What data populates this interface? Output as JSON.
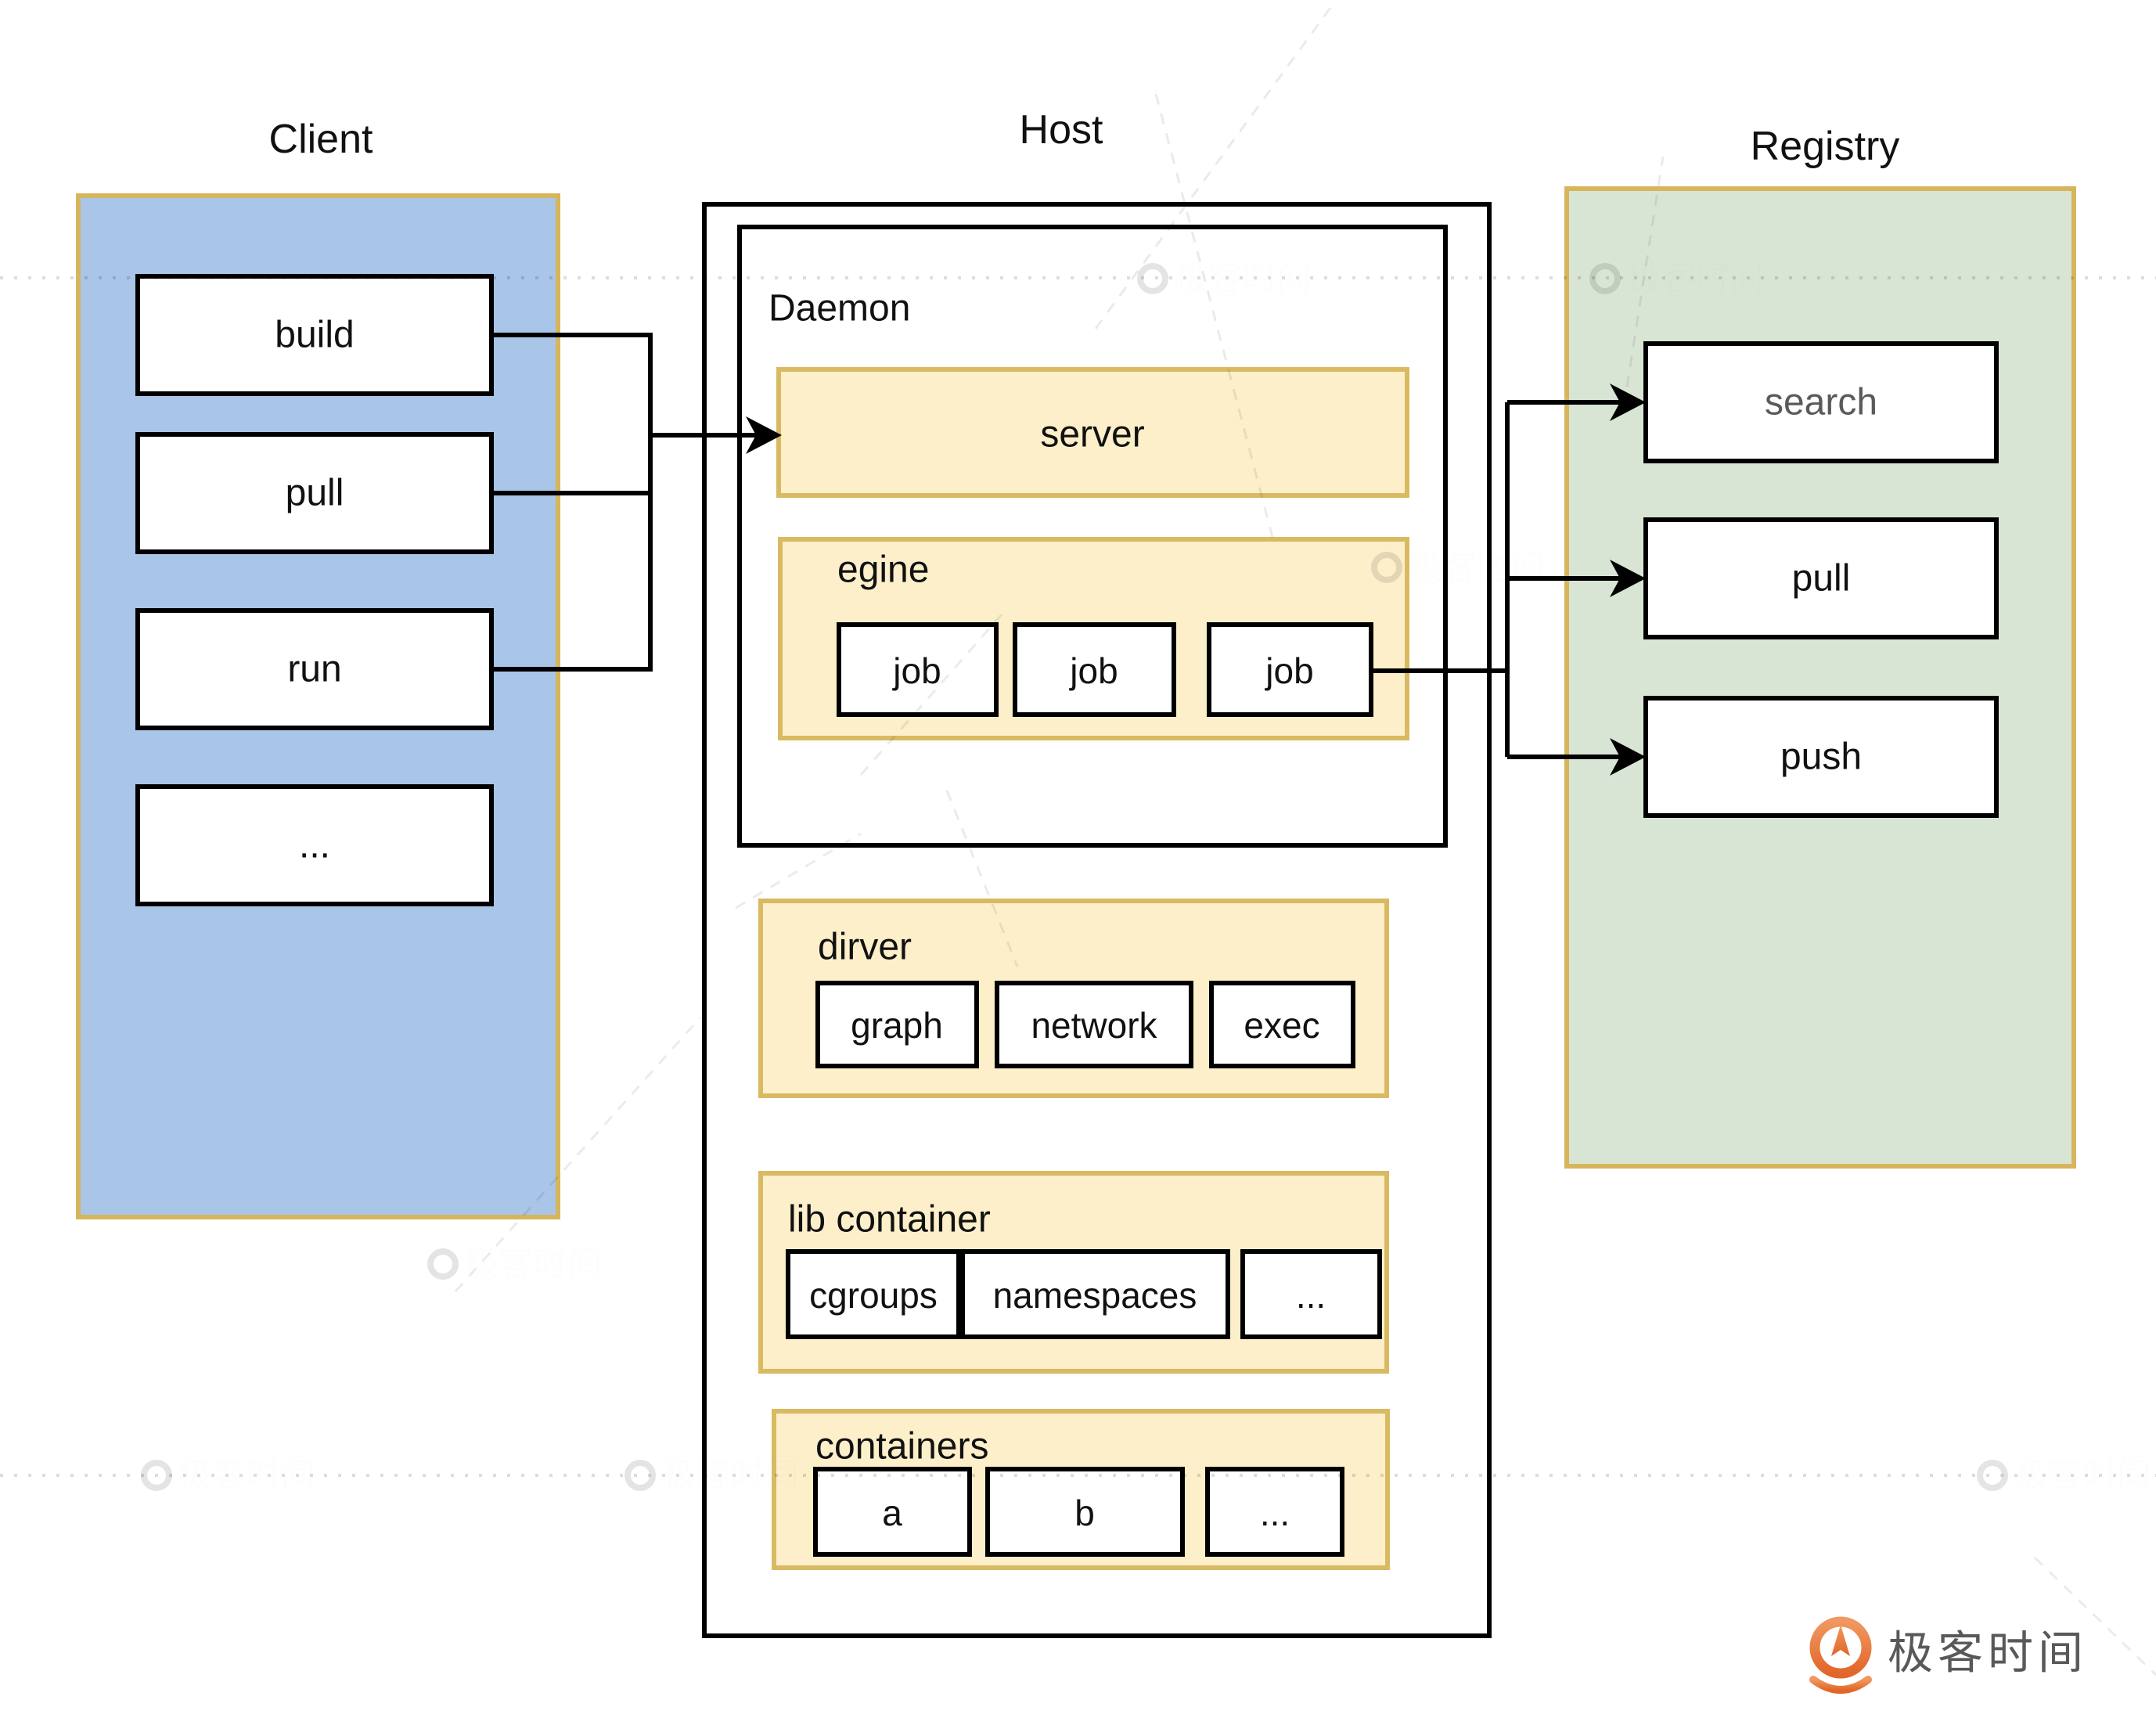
{
  "diagram": {
    "client": {
      "title": "Client",
      "commands": [
        {
          "label": "build"
        },
        {
          "label": "pull"
        },
        {
          "label": "run"
        },
        {
          "label": "..."
        }
      ]
    },
    "host": {
      "title": "Host",
      "daemon": {
        "label": "Daemon",
        "server_label": "server",
        "engine": {
          "label": "egine",
          "jobs": [
            {
              "label": "job"
            },
            {
              "label": "job"
            },
            {
              "label": "job"
            }
          ]
        }
      },
      "driver": {
        "label": "dirver",
        "modules": [
          {
            "label": "graph"
          },
          {
            "label": "network"
          },
          {
            "label": "exec"
          }
        ]
      },
      "libcontainer": {
        "label": "lib container",
        "modules": [
          {
            "label": "cgroups"
          },
          {
            "label": "namespaces"
          },
          {
            "label": "..."
          }
        ]
      },
      "containers": {
        "label": "containers",
        "items": [
          {
            "label": "a"
          },
          {
            "label": "b"
          },
          {
            "label": "..."
          }
        ]
      }
    },
    "registry": {
      "title": "Registry",
      "operations": [
        {
          "label": "search"
        },
        {
          "label": "pull"
        },
        {
          "label": "push"
        }
      ]
    }
  },
  "watermark": {
    "brand": "极客时间"
  },
  "footer": {
    "brand": "极客时间"
  },
  "colors": {
    "client_fill": "#a9c5e8",
    "panel_border": "#d7b55c",
    "yellow_fill": "#fcefca",
    "yellow_border": "#d9ba62",
    "registry_fill": "#d9e5d4",
    "line_black": "#000000",
    "search_text": "#5a5a5a",
    "logo_orange": "#e8702f",
    "logo_text": "#58595b"
  }
}
